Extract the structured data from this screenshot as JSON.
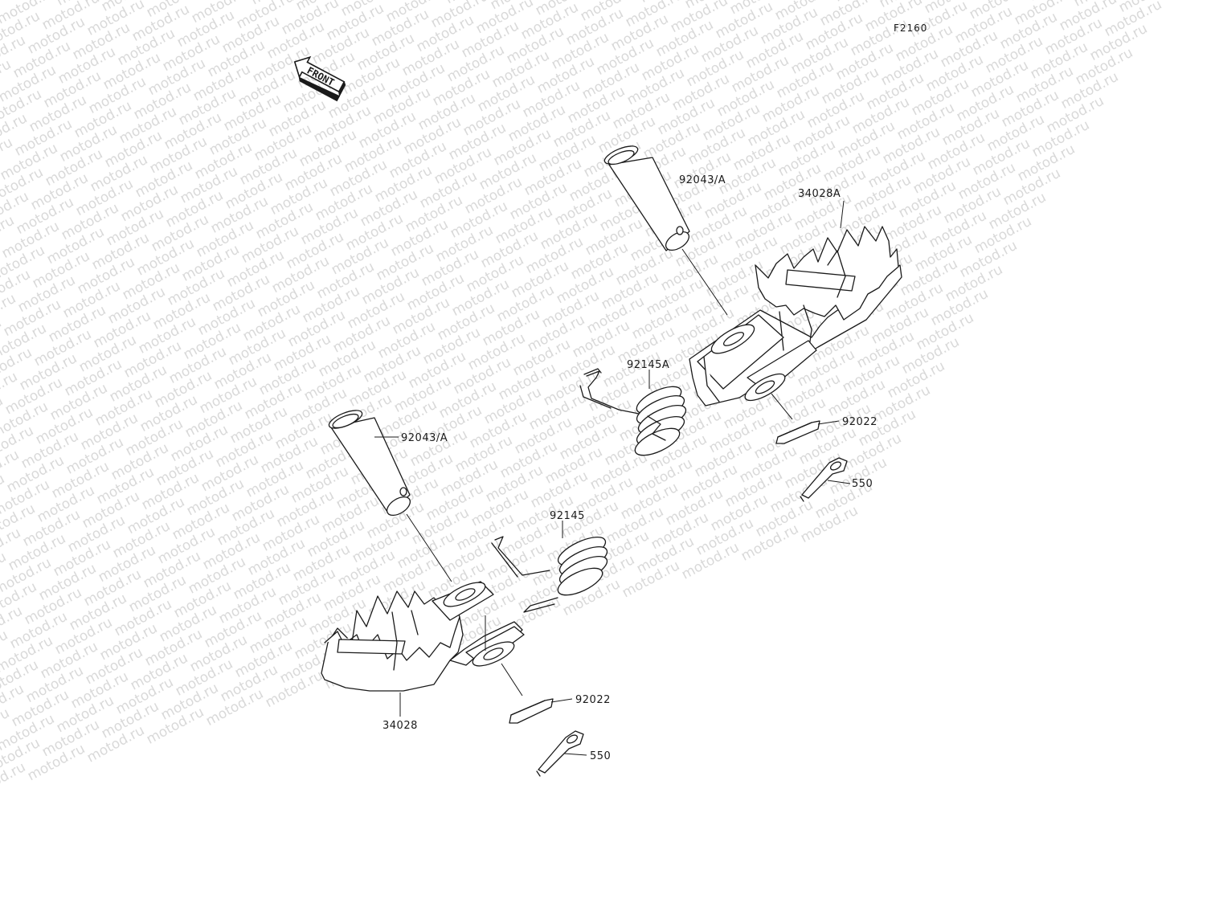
{
  "figure_code": "F2160",
  "front_arrow": {
    "label": "FRONT",
    "icon": "front-direction-arrow-icon"
  },
  "watermark": {
    "text": "motod.ru",
    "color": "#d9d9d9"
  },
  "callouts": {
    "pin_upper": "92043/A",
    "footpeg_right": "34028A",
    "spring_right": "92145A",
    "washer_upper": "92022",
    "cotter_upper": "550",
    "pin_lower": "92043/A",
    "spring_left": "92145",
    "washer_lower": "92022",
    "cotter_lower": "550",
    "footpeg_left": "34028"
  },
  "colors": {
    "line": "#1a1a1a",
    "background": "#ffffff"
  }
}
